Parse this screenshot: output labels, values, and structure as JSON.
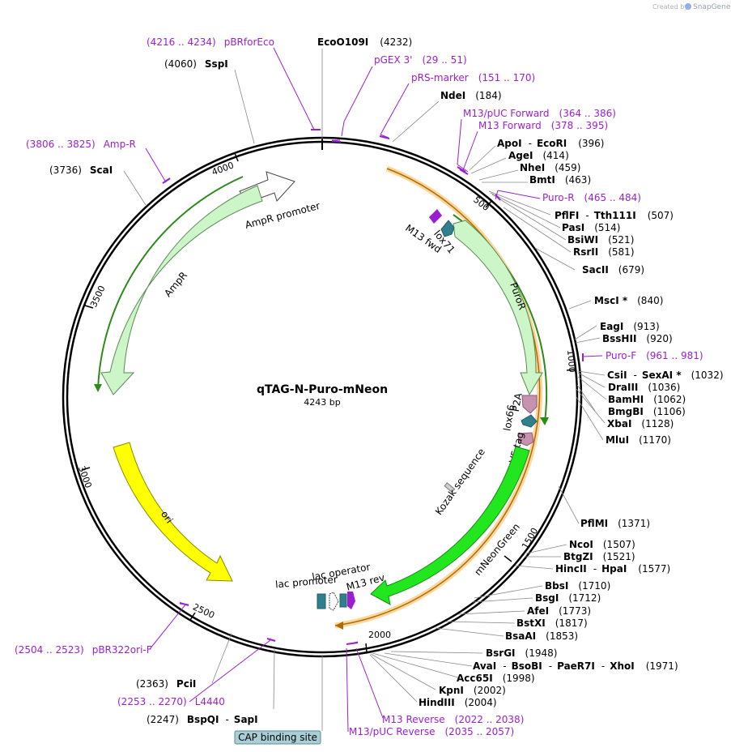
{
  "credit": {
    "prefix": "Created by",
    "brand": "SnapGene"
  },
  "plasmid": {
    "name": "qTAG-N-Puro-mNeon",
    "size": "4243 bp"
  },
  "ticks": [
    "500",
    "1000",
    "1500",
    "2000",
    "2500",
    "3000",
    "3500",
    "4000"
  ],
  "features": {
    "ampr_promoter": "AmpR promoter",
    "ampr": "AmpR",
    "puror": "PuroR",
    "lox71": "lox71",
    "m13_fwd": "M13 fwd",
    "p2a": "P2A",
    "lox66": "lox66",
    "v5_tag": "V5 tag",
    "kozak": "Kozak sequence",
    "mneongreen": "mNeonGreen",
    "ori": "ori",
    "lac_operator": "lac operator",
    "lac_promoter": "lac promoter",
    "m13_rev": "M13 rev",
    "cap": "CAP binding site"
  },
  "sites": [
    {
      "enz": "EcoO109I",
      "pos": "(4232)"
    },
    {
      "pos": "(4060)",
      "enz": "SspI"
    },
    {
      "enz": "NdeI",
      "pos": "(184)"
    },
    {
      "enz": "ApoI",
      "sep": "-",
      "enz2": "EcoRI",
      "pos": "(396)"
    },
    {
      "enz": "AgeI",
      "pos": "(414)"
    },
    {
      "enz": "NheI",
      "pos": "(459)"
    },
    {
      "enz": "BmtI",
      "pos": "(463)"
    },
    {
      "enz": "PflFI",
      "sep": "-",
      "enz2": "Tth111I",
      "pos": "(507)"
    },
    {
      "enz": "PasI",
      "pos": "(514)"
    },
    {
      "enz": "BsiWI",
      "pos": "(521)"
    },
    {
      "enz": "RsrII",
      "pos": "(581)"
    },
    {
      "enz": "SacII",
      "pos": "(679)"
    },
    {
      "enz": "MscI *",
      "pos": "(840)"
    },
    {
      "enz": "EagI",
      "pos": "(913)"
    },
    {
      "enz": "BssHII",
      "pos": "(920)"
    },
    {
      "enz": "CsiI",
      "sep": "-",
      "enz2": "SexAI *",
      "pos": "(1032)"
    },
    {
      "enz": "DraIII",
      "pos": "(1036)"
    },
    {
      "enz": "BamHI",
      "pos": "(1062)"
    },
    {
      "enz": "BmgBI",
      "pos": "(1106)"
    },
    {
      "enz": "XbaI",
      "pos": "(1128)"
    },
    {
      "enz": "MluI",
      "pos": "(1170)"
    },
    {
      "enz": "PflMI",
      "pos": "(1371)"
    },
    {
      "enz": "NcoI",
      "pos": "(1507)"
    },
    {
      "enz": "BtgZI",
      "pos": "(1521)"
    },
    {
      "enz": "HincII",
      "sep": "-",
      "enz2": "HpaI",
      "pos": "(1577)"
    },
    {
      "enz": "BbsI",
      "pos": "(1710)"
    },
    {
      "enz": "BsgI",
      "pos": "(1712)"
    },
    {
      "enz": "AfeI",
      "pos": "(1773)"
    },
    {
      "enz": "BstXI",
      "pos": "(1817)"
    },
    {
      "enz": "BsaAI",
      "pos": "(1853)"
    },
    {
      "enz": "BsrGI",
      "pos": "(1948)"
    },
    {
      "enz": "AvaI",
      "sep": "-",
      "enz2": "BsoBI",
      "sep2": "-",
      "enz3": "PaeR7I",
      "sep3": "-",
      "enz4": "XhoI",
      "pos": "(1971)"
    },
    {
      "enz": "Acc65I",
      "pos": "(1998)"
    },
    {
      "enz": "KpnI",
      "pos": "(2002)"
    },
    {
      "enz": "HindIII",
      "pos": "(2004)"
    },
    {
      "pos": "(2363)",
      "enz": "PciI"
    },
    {
      "pos": "(2247)",
      "enz": "BspQI",
      "sep": "-",
      "enz2": "SapI"
    },
    {
      "pos": "(3736)",
      "enz": "ScaI"
    }
  ],
  "primers": [
    {
      "range": "(4216 .. 4234)",
      "name": "pBRforEco"
    },
    {
      "name": "pGEX 3'",
      "range": "(29 .. 51)"
    },
    {
      "name": "pRS-marker",
      "range": "(151 .. 170)"
    },
    {
      "name": "M13/pUC Forward",
      "range": "(364 .. 386)"
    },
    {
      "name": "M13 Forward",
      "range": "(378 .. 395)"
    },
    {
      "name": "Puro-R",
      "range": "(465 .. 484)"
    },
    {
      "name": "Puro-F",
      "range": "(961 .. 981)"
    },
    {
      "name": "M13 Reverse",
      "range": "(2022 .. 2038)"
    },
    {
      "name": "M13/pUC Reverse",
      "range": "(2035 .. 2057)"
    },
    {
      "range": "(2253 .. 2270)",
      "name": "L4440"
    },
    {
      "range": "(2504 .. 2523)",
      "name": "pBR322ori-F"
    },
    {
      "range": "(3806 .. 3825)",
      "name": "Amp-R"
    }
  ],
  "colors": {
    "primer": "#9b1fd1",
    "amp_fill": "#ccf5c8",
    "amp_stroke": "#2c8a18",
    "ori_fill": "#ffff00",
    "mneon_fill": "#22e61e",
    "orange_band": "#f5a623",
    "lox": "#2f7f8c",
    "p2a": "#c792b0"
  }
}
